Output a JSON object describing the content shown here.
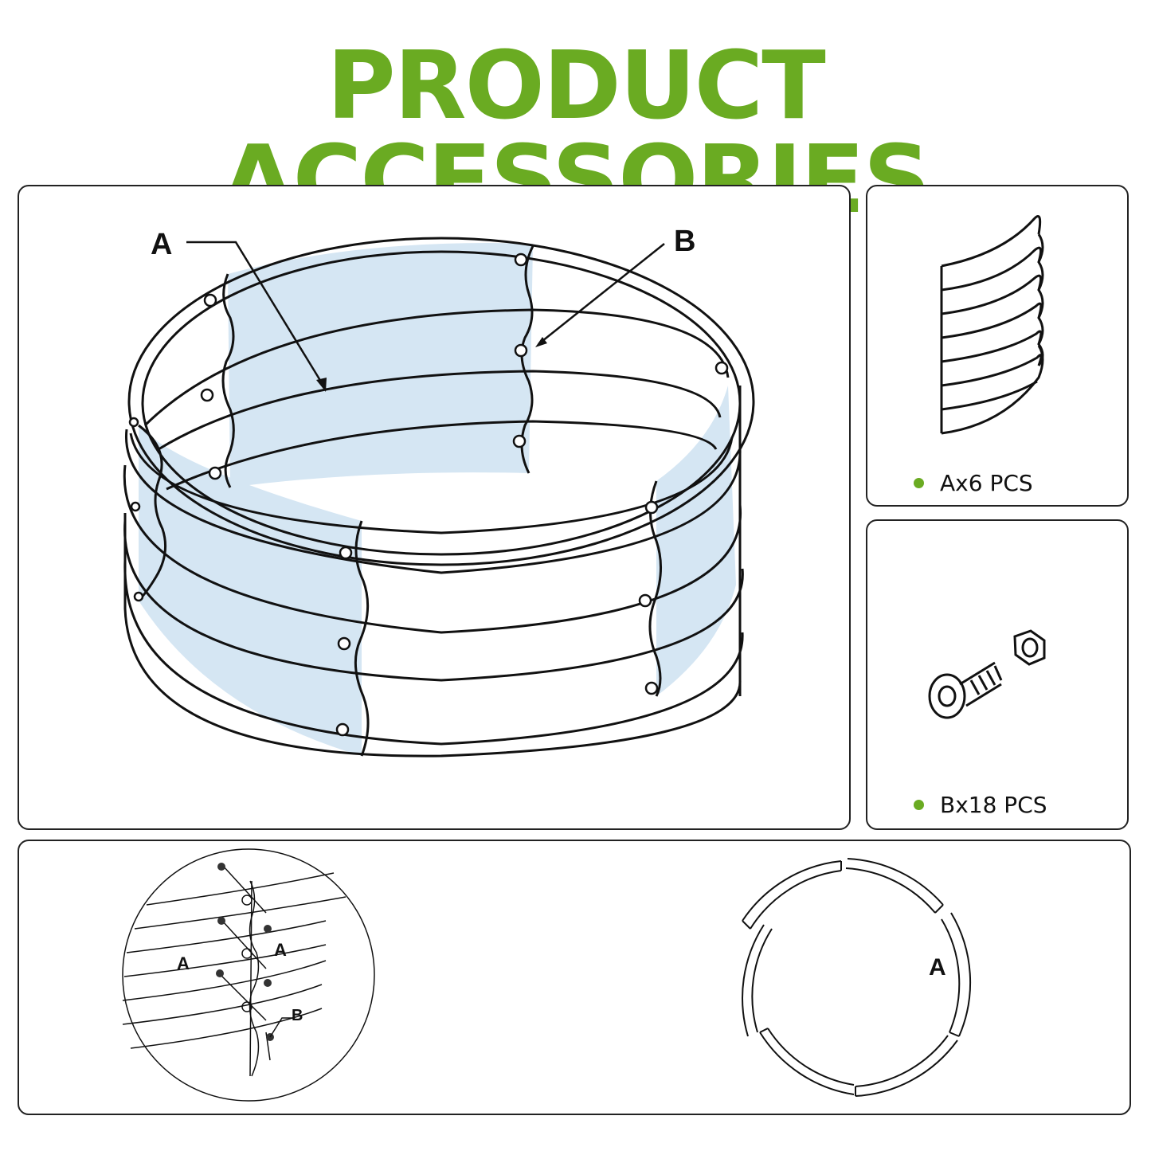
{
  "header": {
    "title": "PRODUCT ACCESSORIES"
  },
  "main_diagram": {
    "label_a": "A",
    "label_b": "B"
  },
  "parts": [
    {
      "caption": "Ax6 PCS"
    },
    {
      "caption": "Bx18 PCS"
    }
  ],
  "assembly": {
    "detail_label_a1": "A",
    "detail_label_a2": "A",
    "detail_label_b": "B",
    "ring_label_a": "A"
  },
  "colors": {
    "accent": "#6aab22",
    "panel_fill": "#d5e6f3",
    "line": "#111111"
  }
}
